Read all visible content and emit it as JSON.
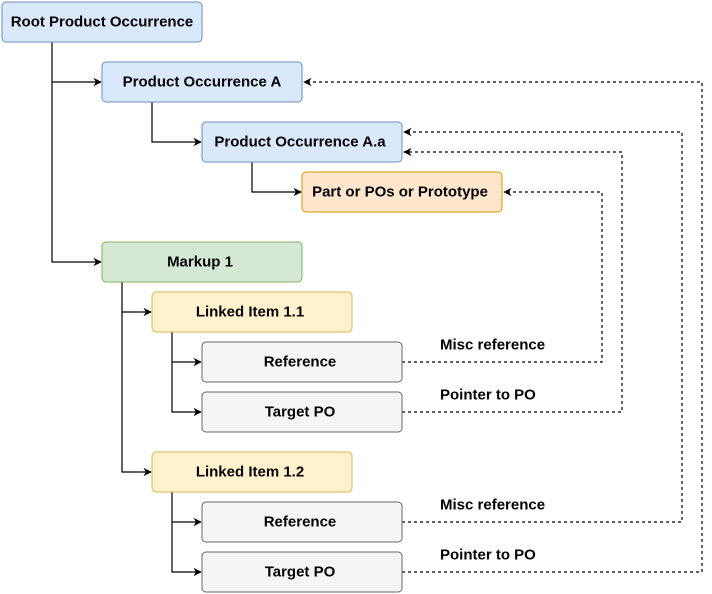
{
  "colors": {
    "blue_fill": "#dae8fc",
    "blue_stroke": "#6c8ebf",
    "orange_fill": "#ffe6cc",
    "orange_stroke": "#d79b00",
    "green_fill": "#d5e8d4",
    "green_stroke": "#82b366",
    "yellow_fill": "#fff2cc",
    "yellow_stroke": "#d6b656",
    "gray_fill": "#f5f5f5",
    "gray_stroke": "#666666"
  },
  "nodes": {
    "root": {
      "label": "Root Product Occurrence"
    },
    "po_a": {
      "label": "Product Occurrence A"
    },
    "po_aa": {
      "label": "Product Occurrence A.a"
    },
    "prototype": {
      "label": "Part or POs or Prototype"
    },
    "markup": {
      "label": "Markup 1"
    },
    "linked_1": {
      "label": "Linked Item 1.1"
    },
    "ref_1": {
      "label": "Reference"
    },
    "target_1": {
      "label": "Target PO"
    },
    "linked_2": {
      "label": "Linked Item 1.2"
    },
    "ref_2": {
      "label": "Reference"
    },
    "target_2": {
      "label": "Target PO"
    }
  },
  "edge_labels": {
    "misc_1": "Misc reference",
    "pointer_1": "Pointer to PO",
    "misc_2": "Misc reference",
    "pointer_2": "Pointer to PO"
  }
}
